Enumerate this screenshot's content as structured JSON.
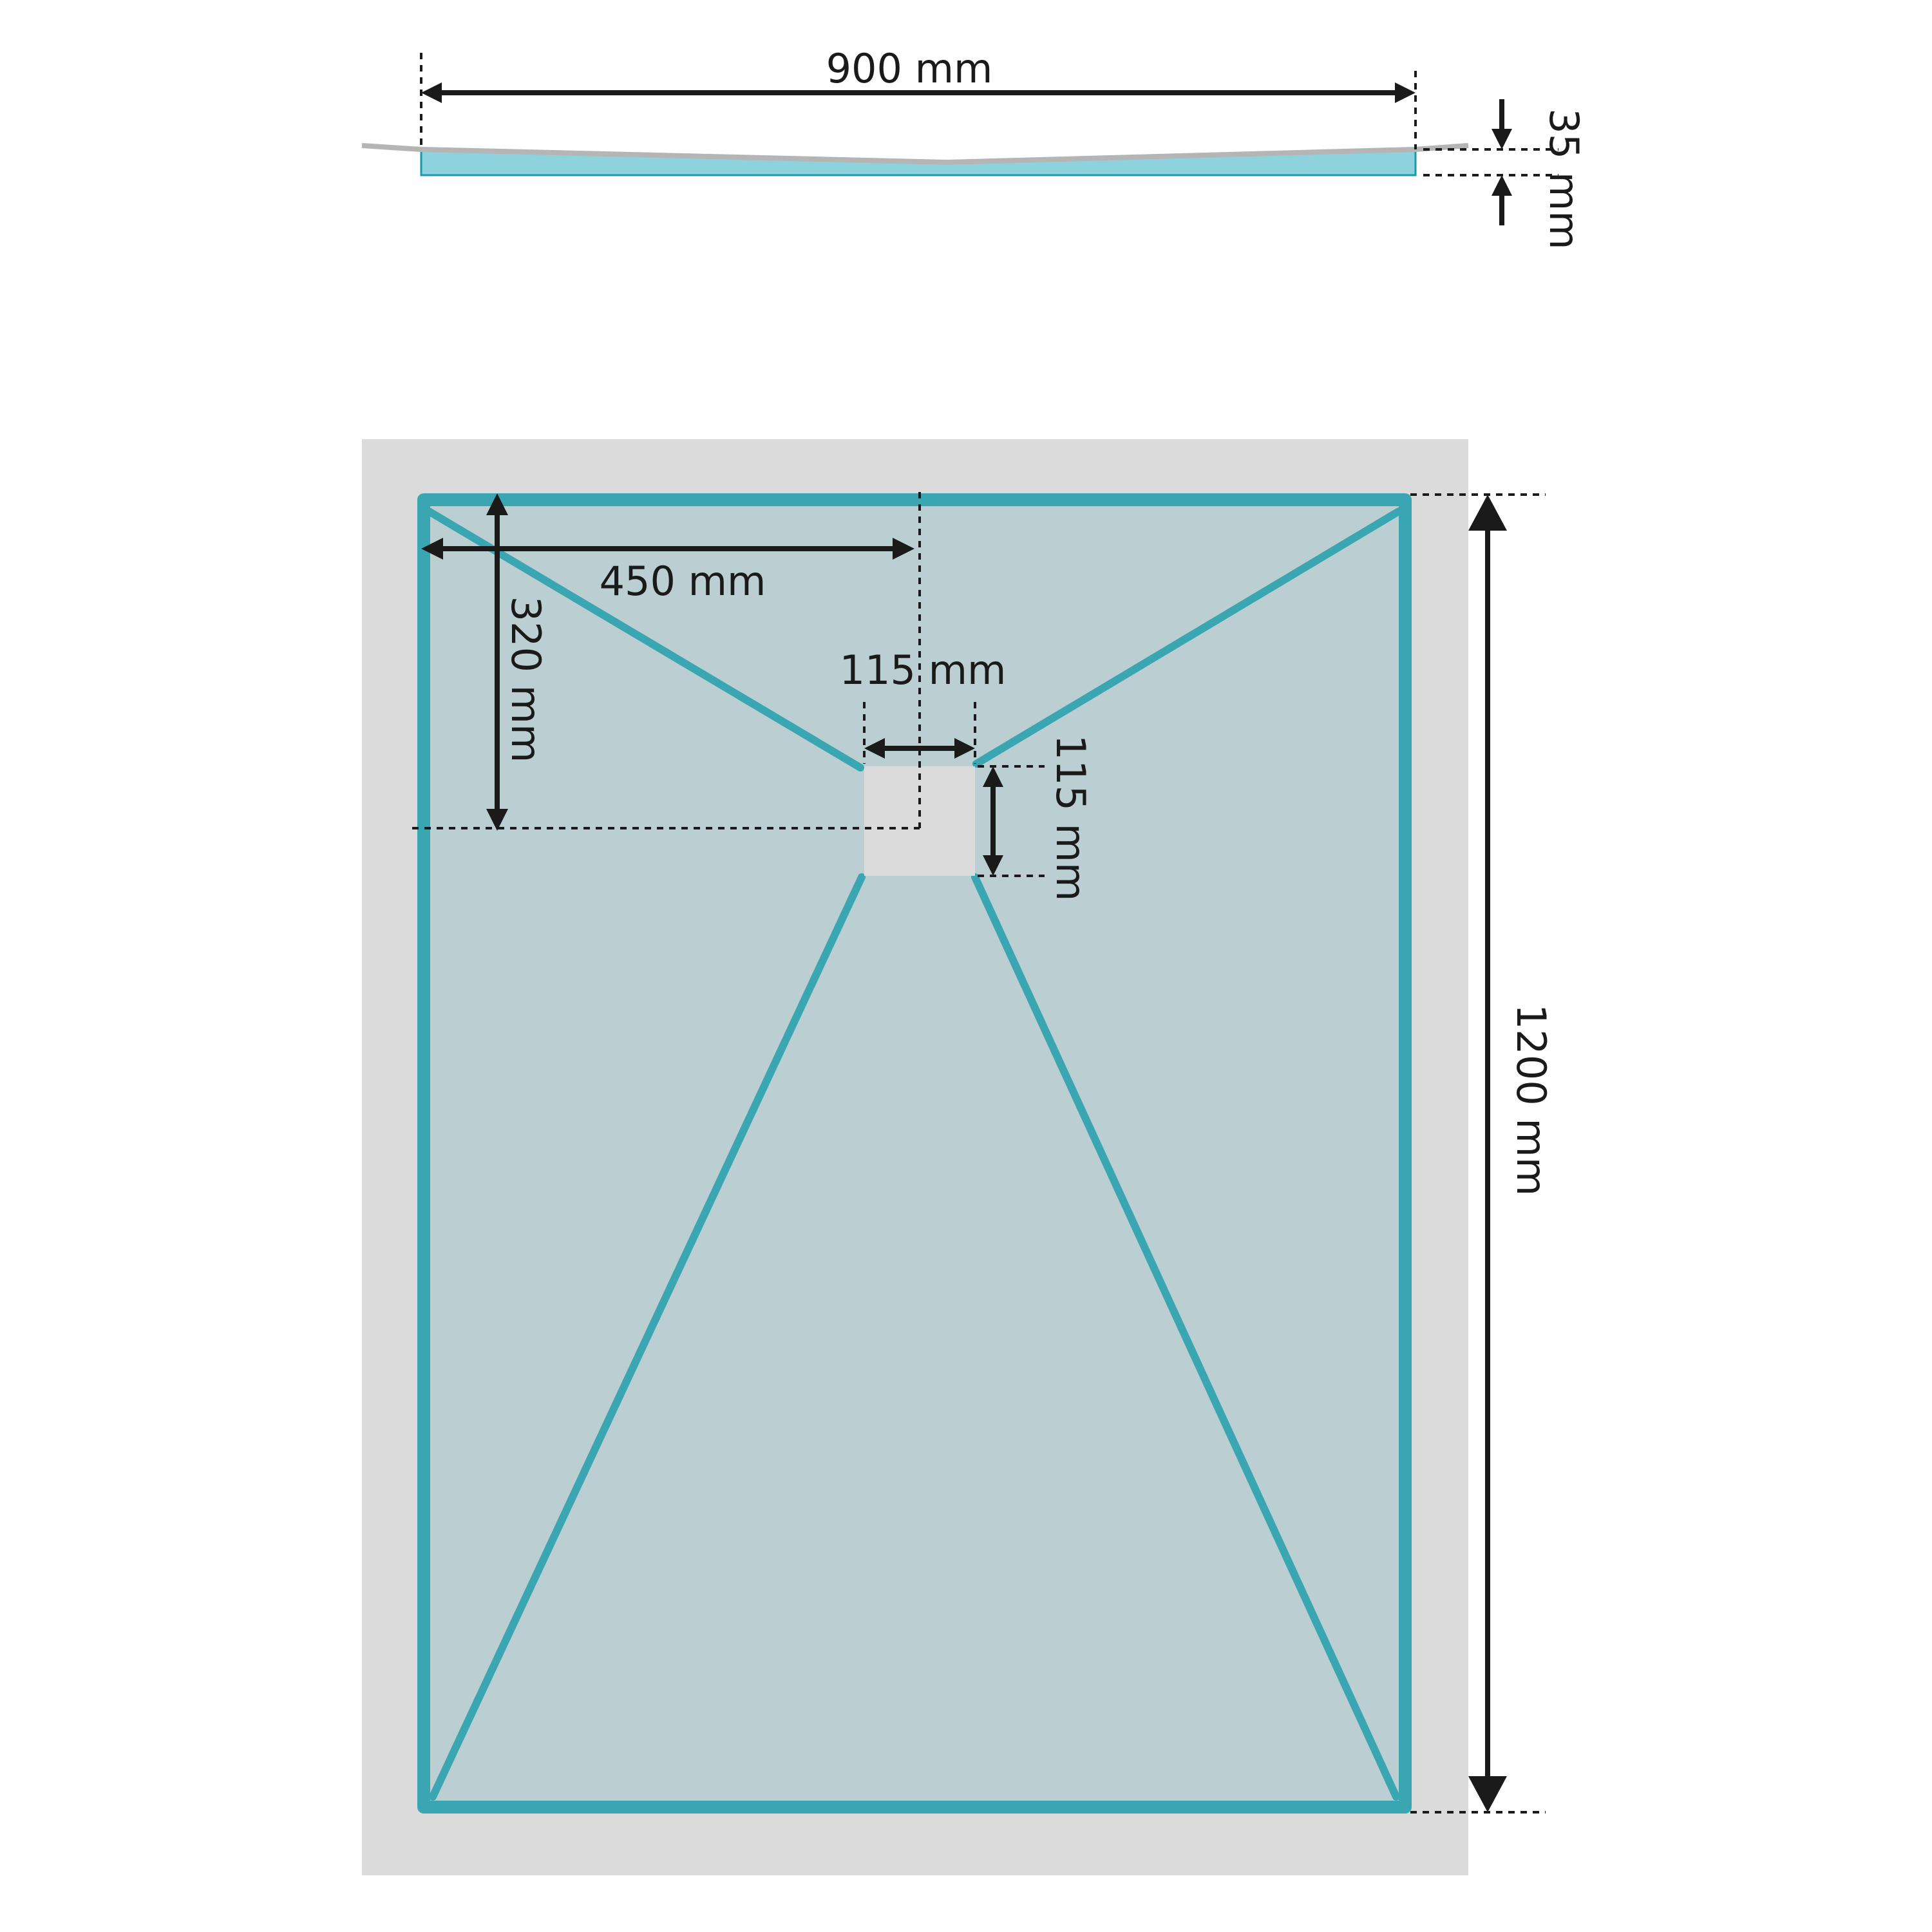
{
  "title": "",
  "side_view": {
    "width_label": "900 mm",
    "height_label": "35 mm"
  },
  "top_view": {
    "length_label": "1200 mm",
    "drain_offset_x_label": "450 mm",
    "drain_offset_y_label": "320 mm",
    "drain_width_label": "115 mm",
    "drain_height_label": "115 mm"
  },
  "colors": {
    "tray_blue": "#3aa6b2",
    "tray_fill": "#bbcfd3",
    "frame_grey": "#dcdbdc",
    "drain_grey": "#dcdbdc",
    "side_fill": "#8ed2de",
    "dimension_black": "#1a1a1a"
  }
}
